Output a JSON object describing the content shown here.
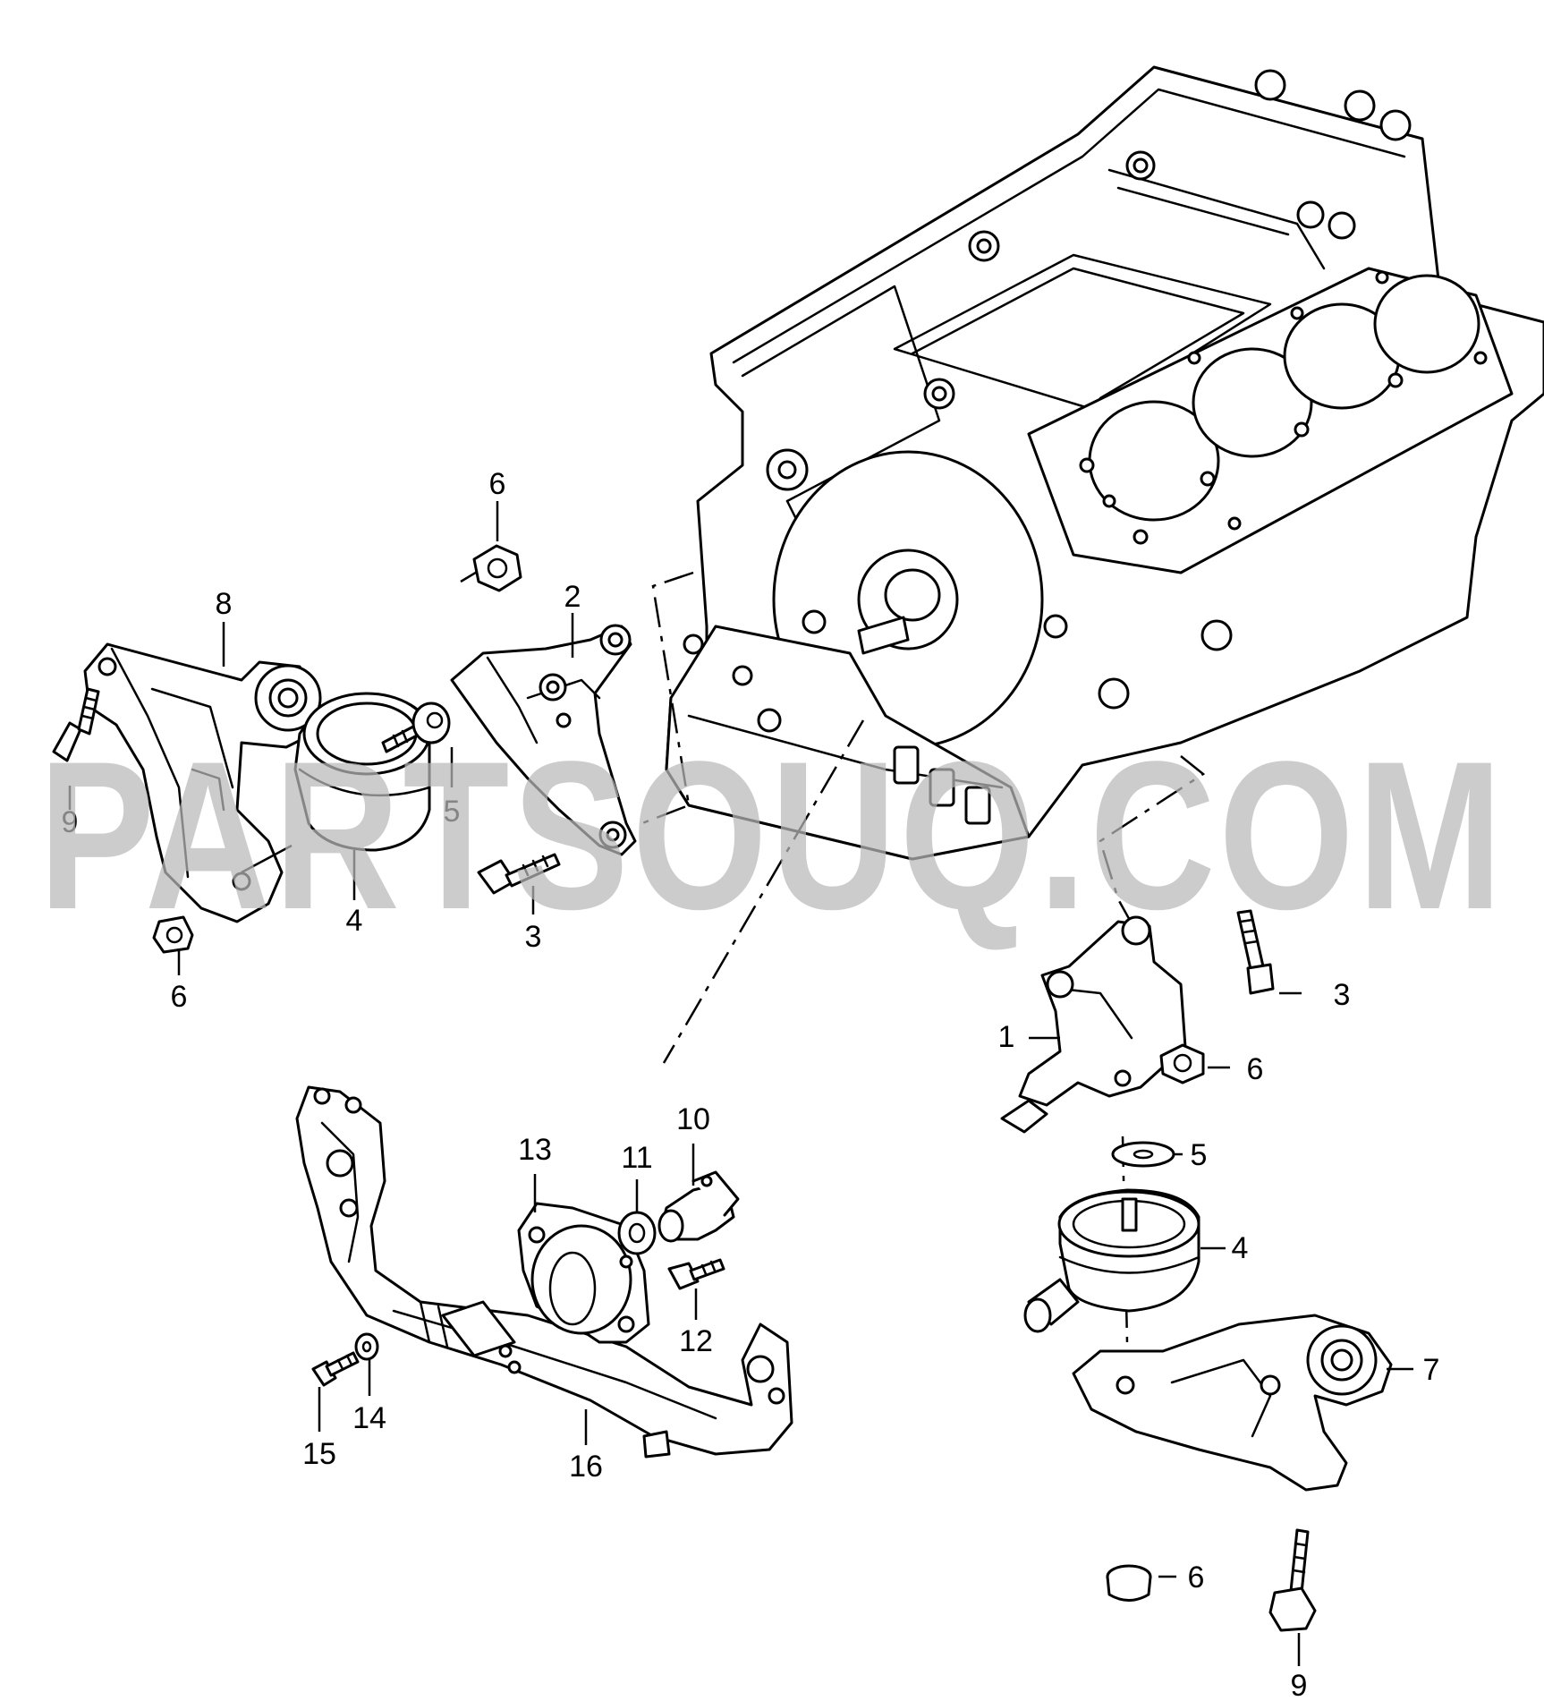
{
  "watermark": "PARTSOUQ.COM",
  "callouts": {
    "c1": "1",
    "c2": "2",
    "c3a": "3",
    "c3b": "3",
    "c4a": "4",
    "c4b": "4",
    "c5a": "5",
    "c5b": "5",
    "c6a": "6",
    "c6b": "6",
    "c6c": "6",
    "c6d": "6",
    "c7": "7",
    "c8": "8",
    "c9a": "9",
    "c9b": "9",
    "c10": "10",
    "c11": "11",
    "c12": "12",
    "c13": "13",
    "c14": "14",
    "c15": "15",
    "c16": "16"
  }
}
